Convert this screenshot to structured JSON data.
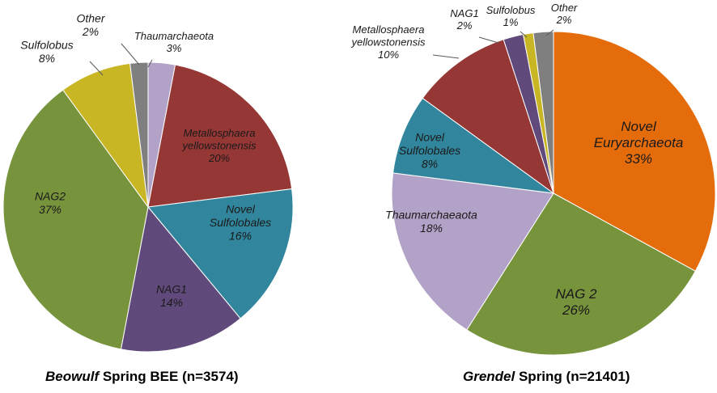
{
  "chart_data": [
    {
      "type": "pie",
      "title_italic": "Beowulf",
      "title_rest": " Spring BEE (n=3574)",
      "slices": [
        {
          "label": "Thaumarchaeota",
          "value": 3,
          "display": "3%",
          "color": "#b3a2c7"
        },
        {
          "label": "Metallosphaera yellowstonensis",
          "value": 20,
          "display": "20%",
          "color": "#953735"
        },
        {
          "label": "Novel Sulfolobales",
          "value": 16,
          "display": "16%",
          "color": "#31859c"
        },
        {
          "label": "NAG1",
          "value": 14,
          "display": "14%",
          "color": "#604a7b"
        },
        {
          "label": "NAG2",
          "value": 37,
          "display": "37%",
          "color": "#77933c"
        },
        {
          "label": "Sulfolobus",
          "value": 8,
          "display": "8%",
          "color": "#c9b625"
        },
        {
          "label": "Other",
          "value": 2,
          "display": "2%",
          "color": "#7f7f7f"
        }
      ]
    },
    {
      "type": "pie",
      "title_italic": "Grendel",
      "title_rest": " Spring (n=21401)",
      "slices": [
        {
          "label": "Novel Euryarchaeota",
          "value": 33,
          "display": "33%",
          "color": "#e46c0a"
        },
        {
          "label": "NAG 2",
          "value": 26,
          "display": "26%",
          "color": "#77933c"
        },
        {
          "label": "Thaumarchaeaota",
          "value": 18,
          "display": "18%",
          "color": "#b3a2c7"
        },
        {
          "label": "Novel Sulfolobales",
          "value": 8,
          "display": "8%",
          "color": "#31859c"
        },
        {
          "label": "Metallosphaera yellowstonensis",
          "value": 10,
          "display": "10%",
          "color": "#953735"
        },
        {
          "label": "NAG1",
          "value": 2,
          "display": "2%",
          "color": "#604a7b"
        },
        {
          "label": "Sulfolobus",
          "value": 1,
          "display": "1%",
          "color": "#c9b625"
        },
        {
          "label": "Other",
          "value": 2,
          "display": "2%",
          "color": "#7f7f7f"
        }
      ]
    }
  ]
}
